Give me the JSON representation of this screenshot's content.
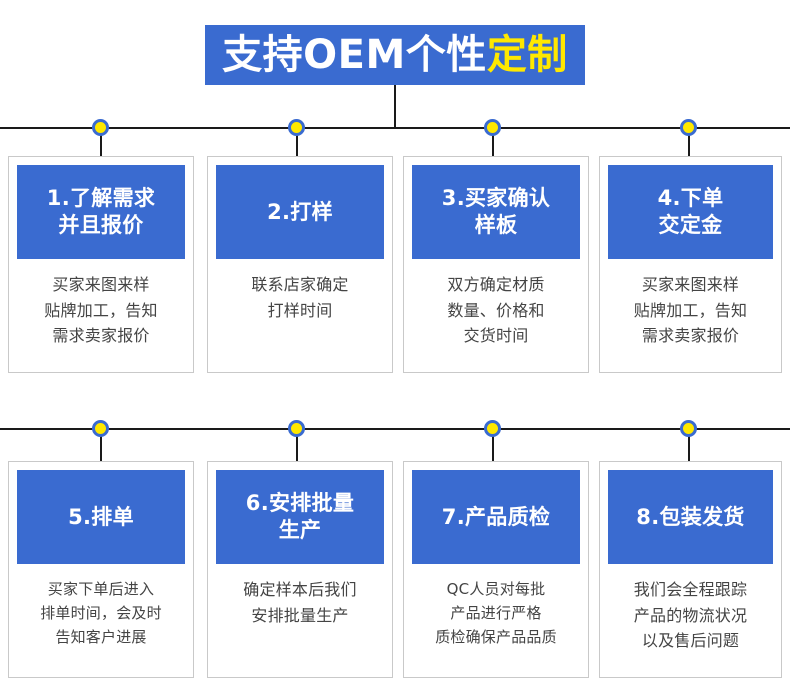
{
  "banner": {
    "text_white": "支持OEM个性",
    "text_yellow": "定制",
    "bg_color": "#3a6bd0",
    "white_color": "#ffffff",
    "yellow_color": "#ffe800"
  },
  "colors": {
    "accent_blue": "#3a6bd0",
    "dot_fill": "#ffe800",
    "dot_ring": "#3a6bd0",
    "line": "#1a1a1a",
    "card_border": "#c9c9c9",
    "body_text": "#444444"
  },
  "rows": [
    {
      "cards": [
        {
          "title": "1.了解需求\n并且报价",
          "title_line1": "1.了解需求",
          "title_line2": "并且报价",
          "body": "买家来图来样\n贴牌加工，告知\n需求卖家报价",
          "body_line1": "买家来图来样",
          "body_line2": "贴牌加工，告知",
          "body_line3": "需求卖家报价"
        },
        {
          "title": "2.打样",
          "title_line1": "2.打样",
          "title_line2": "",
          "body": "联系店家确定\n打样时间",
          "body_line1": "联系店家确定",
          "body_line2": "打样时间",
          "body_line3": ""
        },
        {
          "title": "3.买家确认\n样板",
          "title_line1": "3.买家确认",
          "title_line2": "样板",
          "body": "双方确定材质\n数量、价格和\n交货时间",
          "body_line1": "双方确定材质",
          "body_line2": "数量、价格和",
          "body_line3": "交货时间"
        },
        {
          "title": "4.下单\n交定金",
          "title_line1": "4.下单",
          "title_line2": "交定金",
          "body": "买家来图来样\n贴牌加工，告知\n需求卖家报价",
          "body_line1": "买家来图来样",
          "body_line2": "贴牌加工，告知",
          "body_line3": "需求卖家报价"
        }
      ]
    },
    {
      "cards": [
        {
          "title": "5.排单",
          "title_line1": "5.排单",
          "title_line2": "",
          "body": "买家下单后进入\n排单时间，会及时\n告知客户进展",
          "body_line1": "买家下单后进入",
          "body_line2": "排单时间，会及时",
          "body_line3": "告知客户进展"
        },
        {
          "title": "6.安排批量\n生产",
          "title_line1": "6.安排批量",
          "title_line2": "生产",
          "body": "确定样本后我们\n安排批量生产",
          "body_line1": "确定样本后我们",
          "body_line2": "安排批量生产",
          "body_line3": ""
        },
        {
          "title": "7.产品质检",
          "title_line1": "7.产品质检",
          "title_line2": "",
          "body": "QC人员对每批\n产品进行严格\n质检确保产品品质",
          "body_line1": "QC人员对每批",
          "body_line2": "产品进行严格",
          "body_line3": "质检确保产品品质"
        },
        {
          "title": "8.包装发货",
          "title_line1": "8.包装发货",
          "title_line2": "",
          "body": "我们会全程跟踪\n产品的物流状况\n以及售后问题",
          "body_line1": "我们会全程跟踪",
          "body_line2": "产品的物流状况",
          "body_line3": "以及售后问题"
        }
      ]
    }
  ]
}
